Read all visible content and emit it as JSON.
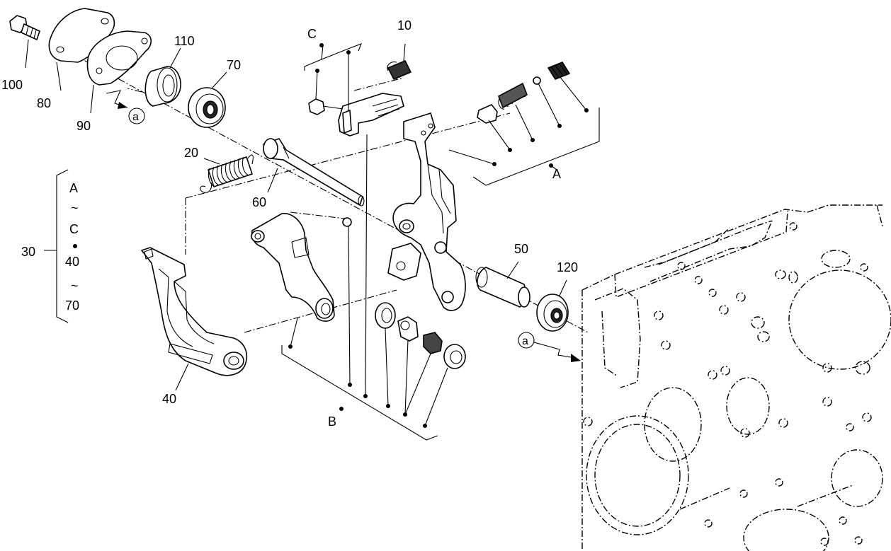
{
  "callouts": {
    "p10": "10",
    "p20": "20",
    "p30": "30",
    "p40": "40",
    "p50": "50",
    "p60": "60",
    "p70": "70",
    "p80": "80",
    "p90": "90",
    "p100": "100",
    "p110": "110",
    "p120": "120"
  },
  "groups": {
    "A": "A",
    "B": "B",
    "C": "C"
  },
  "reference_marks": {
    "a_top": "a",
    "a_bottom": "a"
  },
  "bracket_30": {
    "line1": "A",
    "line2": "~",
    "line3": "C",
    "line5": "40",
    "line6": "~",
    "line7": "70"
  }
}
